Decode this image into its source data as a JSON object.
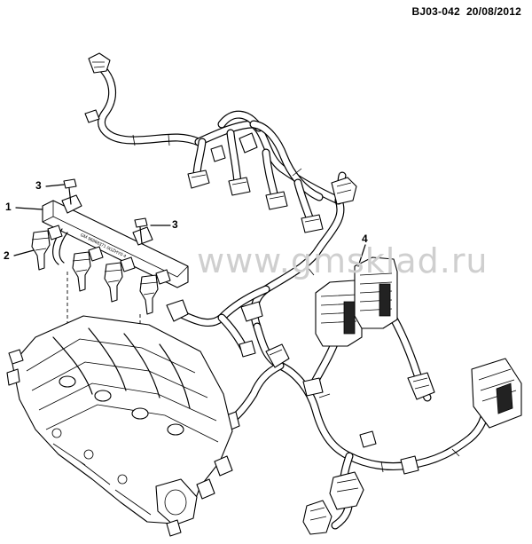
{
  "header": {
    "code": "BJ03-042",
    "date": "20/08/2012"
  },
  "watermark": "www.gmsklad.ru",
  "callouts": [
    {
      "label": "1"
    },
    {
      "label": "2"
    },
    {
      "label": "3"
    },
    {
      "label": "3"
    },
    {
      "label": "4"
    }
  ],
  "rail_text": "GM 96868371 0GZHY0 4"
}
